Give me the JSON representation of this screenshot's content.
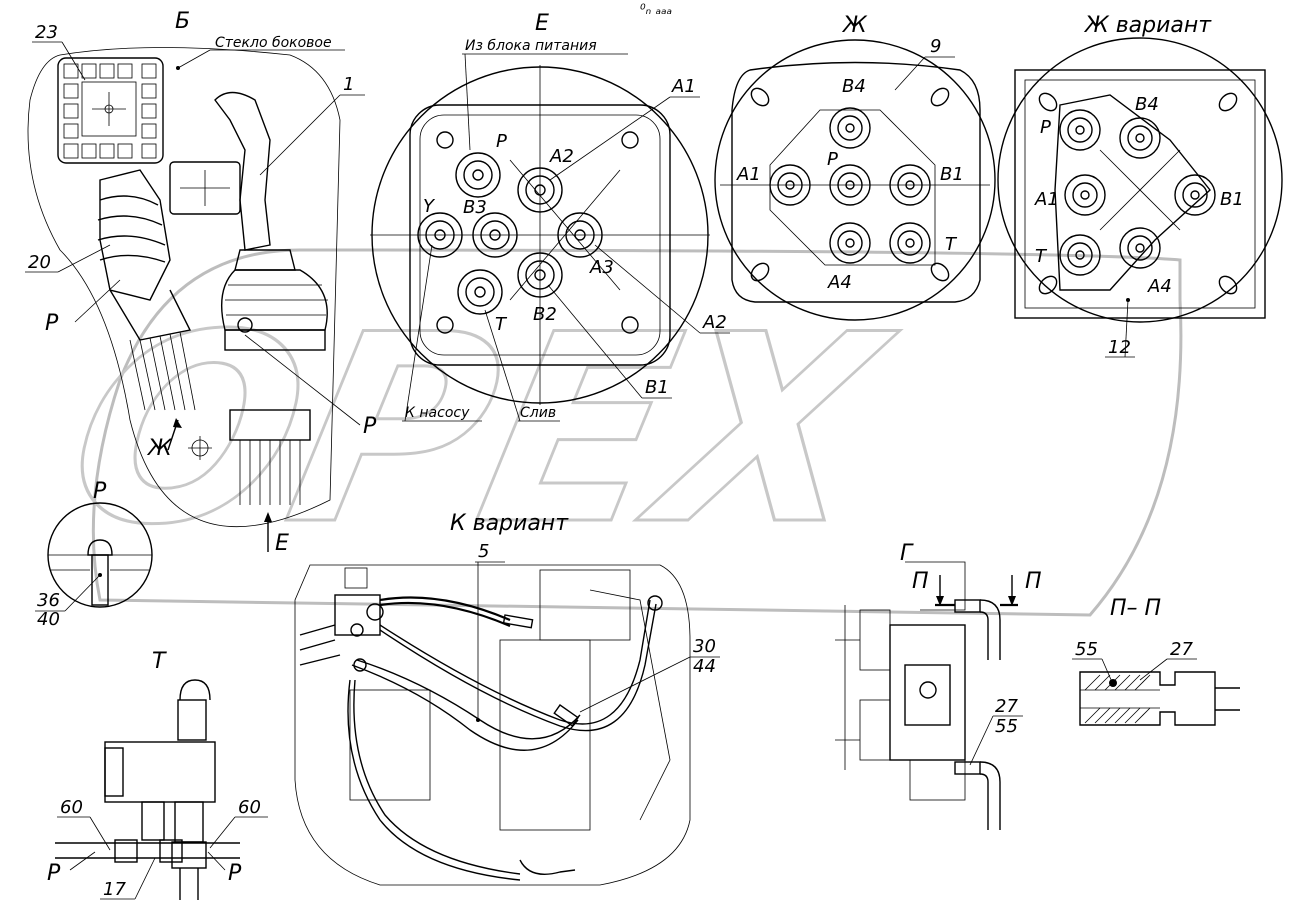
{
  "views": {
    "b": {
      "title": "Б",
      "glass": "Стекло боковое"
    },
    "e": {
      "title": "Е",
      "supply": "Из блока питания",
      "pump": "К насосу",
      "drain": "Слив"
    },
    "zh": {
      "title": "Ж"
    },
    "zh_var": {
      "title": "Ж вариант"
    },
    "k_var": {
      "title": "К вариант"
    },
    "p": {
      "title": "Р"
    },
    "t": {
      "title": "Т"
    },
    "g": {
      "title": "Г"
    },
    "pp": {
      "title": "П– П",
      "cut": "П"
    }
  },
  "callouts": {
    "n1": "1",
    "n5": "5",
    "n9": "9",
    "n12": "12",
    "n17": "17",
    "n20": "20",
    "n23": "23",
    "n27": "27",
    "n27b": "27",
    "n30": "30",
    "n36": "36",
    "n40": "40",
    "n44": "44",
    "n55": "55",
    "n55b": "55",
    "n60a": "60",
    "n60b": "60"
  },
  "ports": {
    "P": "P",
    "Y": "Y",
    "T": "T",
    "A1": "A1",
    "A2": "A2",
    "A3": "A3",
    "A4": "A4",
    "B1": "B1",
    "B2": "B2",
    "B3": "B3",
    "B4": "B4"
  },
  "markers": {
    "R": "Р",
    "E": "Е",
    "ZH": "Ж"
  },
  "watermark": "OPEX",
  "header_mark": "⁰ₙ ₐₐₐ"
}
